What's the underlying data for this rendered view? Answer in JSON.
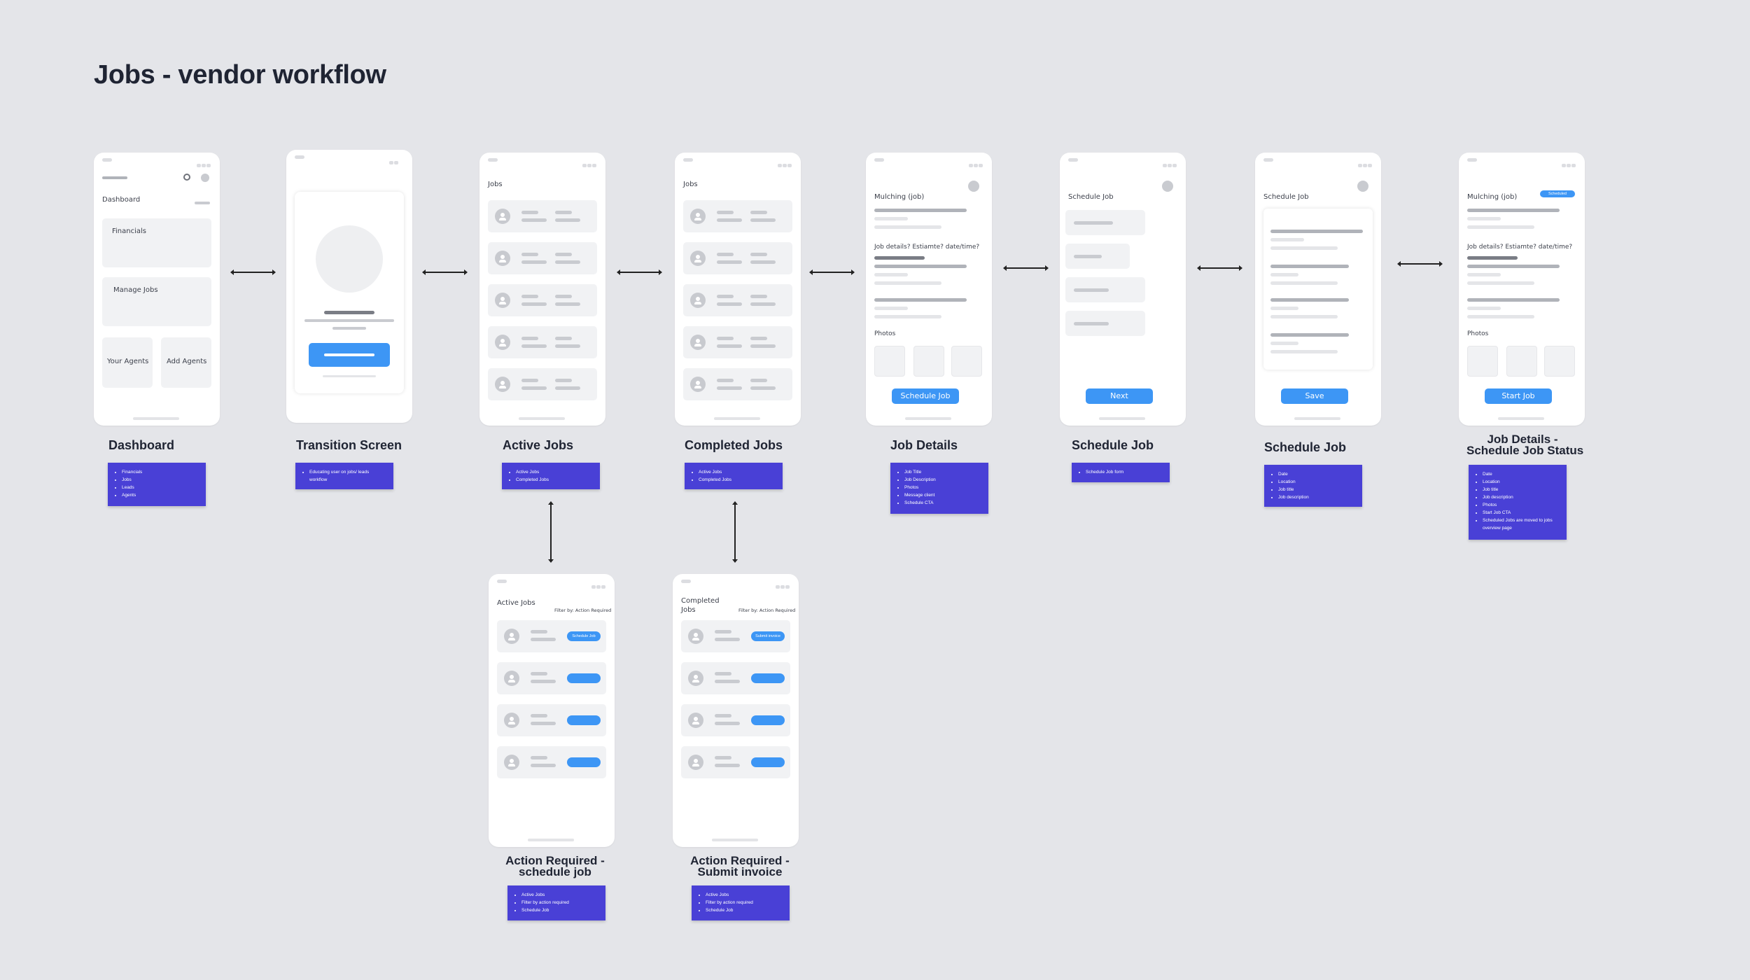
{
  "page_title": "Jobs - vendor workflow",
  "colors": {
    "background": "#e4e5e9",
    "note": "#4940d6",
    "accent_button": "#3d96f5",
    "placeholder": "#c9cbd0"
  },
  "screens": {
    "dashboard": {
      "label": "Dashboard",
      "header": "Dashboard",
      "tiles": [
        "Financials",
        "Manage Jobs",
        "Your Agents",
        "Add Agents"
      ],
      "notes": [
        "Financials",
        "Jobs",
        "Leads",
        "Agents"
      ]
    },
    "transition": {
      "label": "Transition Screen",
      "notes": [
        "Educating user on jobs/ leads workflow"
      ]
    },
    "active_jobs": {
      "label": "Active Jobs",
      "header": "Jobs",
      "notes": [
        "Active Jobs",
        "Completed Jobs"
      ]
    },
    "completed_jobs": {
      "label": "Completed Jobs",
      "header": "Jobs",
      "notes": [
        "Active Jobs",
        "Completed Jobs"
      ]
    },
    "job_details": {
      "label": "Job Details",
      "title": "Mulching (job)",
      "question": "Job details? Estiamte? date/time?",
      "photos": "Photos",
      "button": "Schedule Job",
      "notes": [
        "Job Title",
        "Job Description",
        "Photos",
        "Message client",
        "Schedule CTA"
      ]
    },
    "schedule_job_1": {
      "label": "Schedule Job",
      "header": "Schedule Job",
      "button": "Next",
      "notes": [
        "Schedule Job form"
      ]
    },
    "schedule_job_2": {
      "label": "Schedule Job",
      "header": "Schedule Job",
      "button": "Save",
      "notes": [
        "Date",
        "Location",
        "Job title",
        "Job description"
      ]
    },
    "job_details_status": {
      "label_line1": "Job Details -",
      "label_line2": "Schedule Job Status",
      "title": "Mulching (job)",
      "badge": "Scheduled",
      "question": "Job details? Estiamte? date/time?",
      "photos": "Photos",
      "button": "Start Job",
      "notes": [
        "Date",
        "Location",
        "Job title",
        "Job description",
        "Photos",
        "Start Job CTA",
        "Scheduled Jobs are moved to jobs overview page"
      ]
    },
    "action_required_schedule": {
      "label_line1": "Action Required -",
      "label_line2": "schedule job",
      "header": "Active Jobs",
      "filter": "Filter by: Action Required",
      "pill": "Schedule Job",
      "notes": [
        "Active Jobs",
        "Filter by action required",
        "Schedule Job"
      ]
    },
    "action_required_invoice": {
      "label_line1": "Action Required -",
      "label_line2": "Submit invoice",
      "header": "Completed Jobs",
      "filter": "Filter by: Action Required",
      "pill": "Submit invoice",
      "notes": [
        "Active Jobs",
        "Filter by action required",
        "Schedule Job"
      ]
    }
  }
}
